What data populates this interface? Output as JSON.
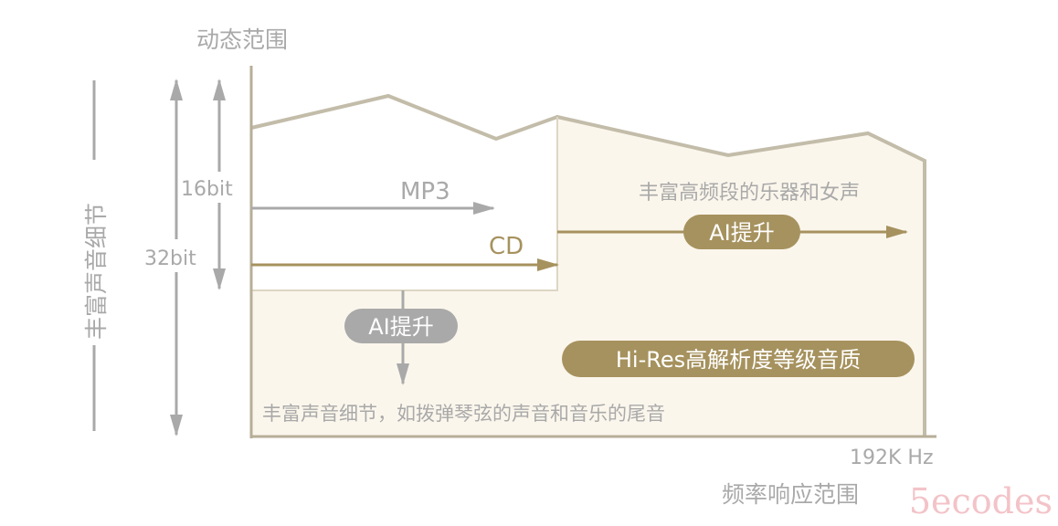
{
  "y_axis_title": "动态范围",
  "x_axis_value": "192K Hz",
  "x_axis_title": "频率响应范围",
  "left_label": "丰富声音细节",
  "bit_labels": {
    "low": "16bit",
    "high": "32bit"
  },
  "formats": {
    "mp3": "MP3",
    "cd": "CD"
  },
  "high_freq_note": "丰富高频段的乐器和女声",
  "ai_boost_right": "AI提升",
  "ai_boost_down": "AI提升",
  "hires_badge": "Hi-Res高解析度等级音质",
  "detail_note": "丰富声音细节，如拨弹琴弦的声音和音乐的尾音",
  "watermark": "5ecodes",
  "colors": {
    "gold": "#a6925e",
    "gray": "#a9a9a9",
    "beige": "#fbf6ec",
    "outline": "#c2bca9"
  }
}
